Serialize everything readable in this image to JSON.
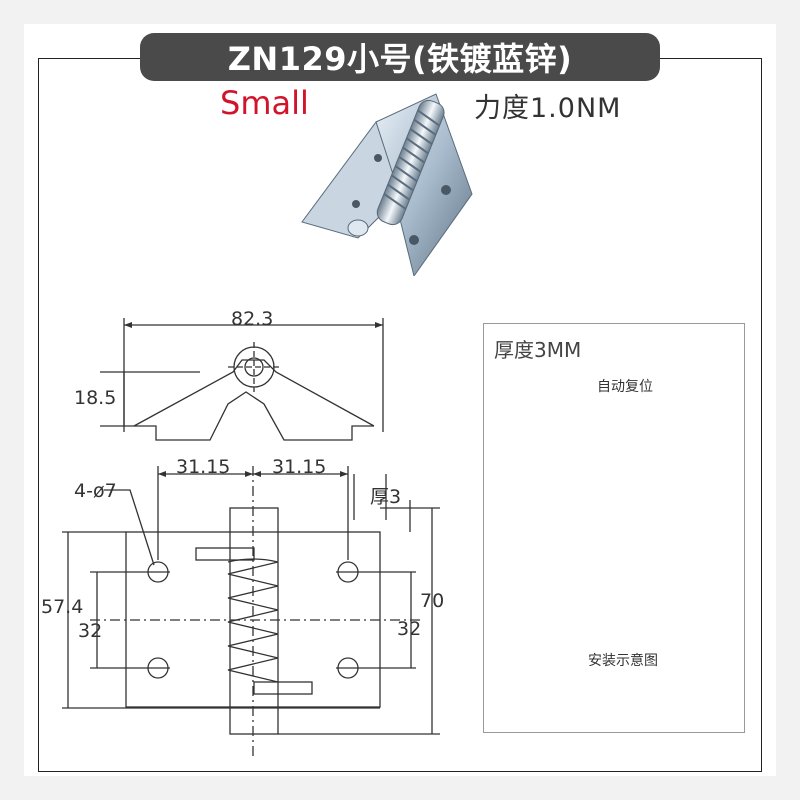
{
  "title": "ZN129小号(铁镀蓝锌)",
  "size_label": "Small",
  "force_label": "力度1.0NM",
  "dimensions": {
    "width_total": "82.3",
    "height_side": "18.5",
    "hole_spacing_left": "31.15",
    "hole_spacing_right": "31.15",
    "hole_callout": "4-ø7",
    "thickness": "厚3",
    "inner_height": "57.4",
    "hole_pitch_left": "32",
    "hole_pitch_right": "32",
    "overall_height": "70"
  },
  "install_diagram": {
    "thickness_label": "厚度3MM",
    "auto_return_label": "自动复位",
    "caption": "安装示意图"
  },
  "colors": {
    "title_bg": "#4a4a4a",
    "size_label": "#d2142a",
    "line": "#333333"
  }
}
